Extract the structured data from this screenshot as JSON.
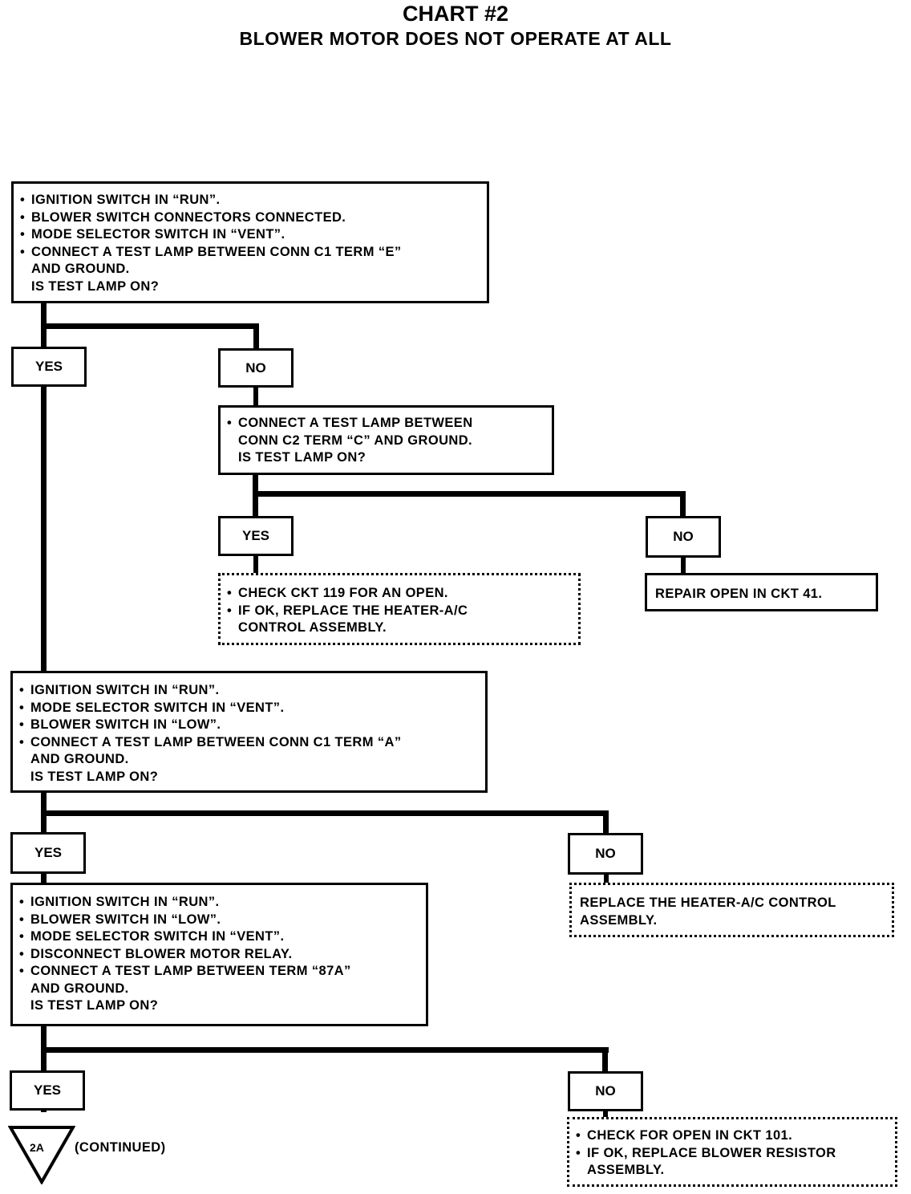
{
  "title": "CHART #2",
  "subtitle": "BLOWER MOTOR DOES NOT OPERATE AT ALL",
  "step1": {
    "bullets": [
      "IGNITION SWITCH IN “RUN”.",
      "BLOWER SWITCH CONNECTORS CONNECTED.",
      "MODE SELECTOR SWITCH IN “VENT”.",
      "CONNECT A TEST LAMP BETWEEN CONN C1 TERM “E”"
    ],
    "cont": "AND GROUND.",
    "question": "IS TEST LAMP ON?"
  },
  "step1_yes": "YES",
  "step1_no": "NO",
  "step2": {
    "line1": "CONNECT A TEST LAMP BETWEEN",
    "line2": "CONN C2 TERM “C” AND GROUND.",
    "question": "IS TEST LAMP ON?"
  },
  "step2_yes": "YES",
  "step2_no": "NO",
  "result_a": {
    "bullet1": "CHECK CKT 119 FOR AN OPEN.",
    "bullet2": "IF OK, REPLACE THE HEATER-A/C",
    "cont": "CONTROL ASSEMBLY."
  },
  "result_b": "REPAIR OPEN IN CKT 41.",
  "step3": {
    "bullets": [
      "IGNITION SWITCH IN “RUN”.",
      "MODE SELECTOR SWITCH IN “VENT”.",
      "BLOWER SWITCH IN “LOW”.",
      "CONNECT A TEST LAMP BETWEEN CONN C1 TERM “A”"
    ],
    "cont": "AND GROUND.",
    "question": "IS TEST LAMP ON?"
  },
  "step3_yes": "YES",
  "step3_no": "NO",
  "result_c": {
    "line1": "REPLACE THE HEATER-A/C CONTROL",
    "line2": "ASSEMBLY."
  },
  "step4": {
    "bullets": [
      "IGNITION SWITCH IN “RUN”.",
      "BLOWER SWITCH IN “LOW”.",
      "MODE SELECTOR SWITCH IN “VENT”.",
      "DISCONNECT BLOWER MOTOR RELAY.",
      "CONNECT A TEST LAMP BETWEEN TERM “87A”"
    ],
    "cont": "AND GROUND.",
    "question": "IS TEST LAMP ON?"
  },
  "step4_yes": "YES",
  "step4_no": "NO",
  "result_d": {
    "bullet1": "CHECK FOR OPEN IN CKT 101.",
    "bullet2": "IF OK, REPLACE BLOWER RESISTOR",
    "cont": "ASSEMBLY."
  },
  "connector_label": "2A",
  "continued": "(CONTINUED)"
}
